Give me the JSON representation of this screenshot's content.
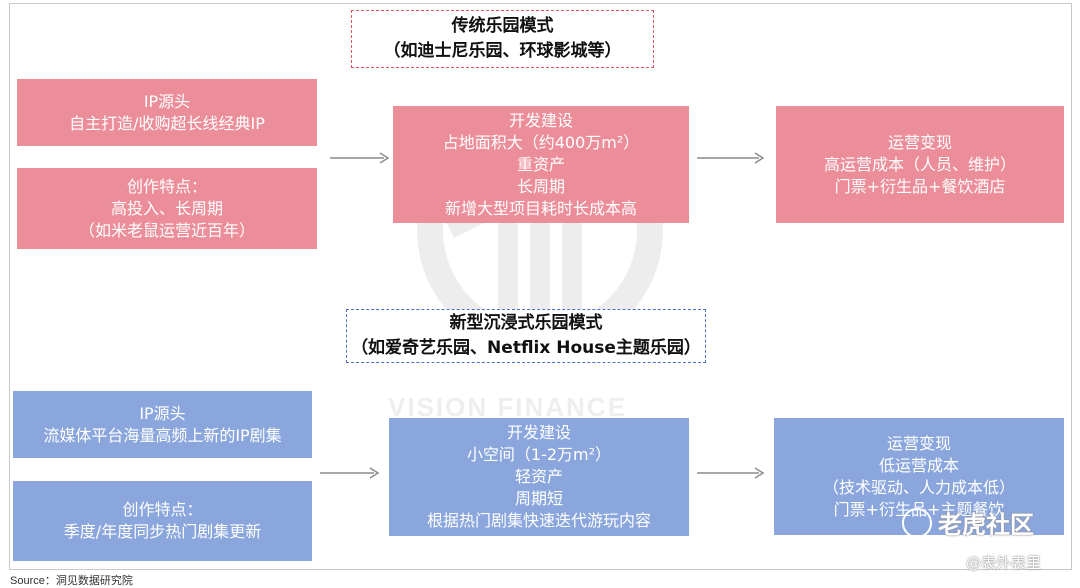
{
  "traditional": {
    "title_line1": "传统乐园模式",
    "title_line2": "（如迪士尼乐园、环球影城等）",
    "ip_source": {
      "line1": "IP源头",
      "line2": "自主打造/收购超长线经典IP"
    },
    "creation": {
      "line1": "创作特点：",
      "line2": "高投入、长周期",
      "line3": "（如米老鼠运营近百年）"
    },
    "development": {
      "line1": "开发建设",
      "line2": "占地面积大（约400万m²）",
      "line3": "重资产",
      "line4": "长周期",
      "line5": "新增大型项目耗时长成本高"
    },
    "operation": {
      "line1": "运营变现",
      "line2": "高运营成本（人员、维护）",
      "line3": "门票+衍生品+餐饮酒店"
    }
  },
  "immersive": {
    "title_line1": "新型沉浸式乐园模式",
    "title_line2": "（如爱奇艺乐园、Netflix House主题乐园）",
    "ip_source": {
      "line1": "IP源头",
      "line2": "流媒体平台海量高频上新的IP剧集"
    },
    "creation": {
      "line1": "创作特点：",
      "line2": "季度/年度同步热门剧集更新"
    },
    "development": {
      "line1": "开发建设",
      "line2": "小空间（1-2万m²）",
      "line3": "轻资产",
      "line4": "周期短",
      "line5": "根据热门剧集快速迭代游玩内容"
    },
    "operation": {
      "line1": "运营变现",
      "line2": "低运营成本",
      "line3": "（技术驱动、人力成本低）",
      "line4": "门票+衍生品+主题餐饮"
    }
  },
  "watermark_text": "VISION FINANCE",
  "source": "Source：洞见数据研究院",
  "brand": {
    "name": "老虎社区",
    "sub": "@表外表里"
  },
  "colors": {
    "pink": "#ec8e99",
    "blue": "#8aa6dc",
    "arrow": "#8c8c8c"
  }
}
